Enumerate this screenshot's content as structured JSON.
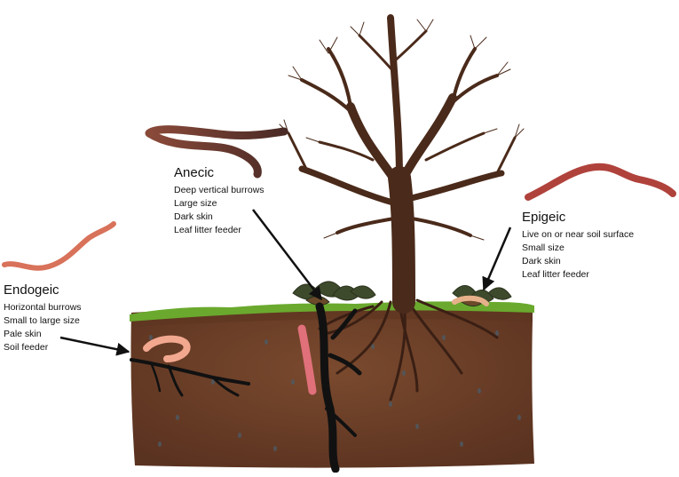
{
  "diagram": {
    "groups": [
      {
        "id": "anecic",
        "title": "Anecic",
        "traits": [
          "Deep vertical burrows",
          "Large size",
          "Dark skin",
          "Leaf litter feeder"
        ]
      },
      {
        "id": "epigeic",
        "title": "Epigeic",
        "traits": [
          "Live on or near soil surface",
          "Small size",
          "Dark skin",
          "Leaf litter feeder"
        ]
      },
      {
        "id": "endogeic",
        "title": "Endogeic",
        "traits": [
          "Horizontal burrows",
          "Small to large size",
          "Pale skin",
          "Soil feeder"
        ]
      }
    ]
  },
  "colors": {
    "soil": "#6b3d24",
    "soil_dark": "#4a2716",
    "grass": "#6aa92e",
    "tree": "#4a2a1a",
    "worm_dark": "#7a3327",
    "worm_red": "#b0423c",
    "worm_pale": "#f2a88f",
    "burrow": "#111111"
  }
}
